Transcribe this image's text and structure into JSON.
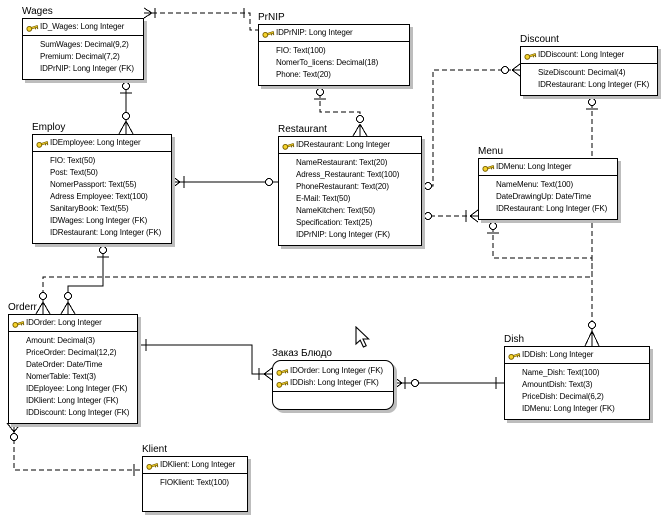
{
  "diagram": {
    "type": "entity-relationship-diagram",
    "notation": "crow's foot / IDEF1X style with dashed non-identifying and solid identifying relationships"
  },
  "colors": {
    "background": "#ffffff",
    "entity_border": "#000000",
    "entity_fill": "#ffffff",
    "shadow": "#bdbdbd",
    "key_icon_fill": "#f6d32d",
    "key_icon_outline": "#7a6200",
    "line": "#000000"
  },
  "icons": {
    "primary_key": "key-icon",
    "pointer": "arrow-cursor-icon"
  },
  "entities": [
    {
      "id": "wages",
      "name": "Wages",
      "pk": [
        "ID_Wages: Long Integer"
      ],
      "fields": [
        "SumWages: Decimal(9,2)",
        "Premium: Decimal(7,2)",
        "IDPrNIP: Long Integer (FK)"
      ]
    },
    {
      "id": "prnip",
      "name": "PrNIP",
      "pk": [
        "IDPrNIP: Long Integer"
      ],
      "fields": [
        "FIO: Text(100)",
        "NomerTo_licens: Decimal(18)",
        "Phone: Text(20)"
      ]
    },
    {
      "id": "discount",
      "name": "Discount",
      "pk": [
        "IDDiscount: Long Integer"
      ],
      "fields": [
        "SizeDiscount: Decimal(4)",
        "IDRestaurant: Long Integer (FK)"
      ]
    },
    {
      "id": "employ",
      "name": "Employ",
      "pk": [
        "IDEmployee: Long Integer"
      ],
      "fields": [
        "FIO: Text(50)",
        "Post: Text(50)",
        "NomerPassport: Text(55)",
        "Adress Employee: Text(100)",
        "SanitaryBook: Text(55)",
        "IDWages: Long Integer (FK)",
        "IDRestaurant: Long Integer (FK)"
      ]
    },
    {
      "id": "restaurant",
      "name": "Restaurant",
      "pk": [
        "IDRestaurant: Long Integer"
      ],
      "fields": [
        "NameRestaurant: Text(20)",
        "Adress_Restaurant: Text(100)",
        "PhoneRestaurant: Text(20)",
        "E-Mail: Text(50)",
        "NameKitchen: Text(50)",
        "Specification: Text(25)",
        "IDPrNIP: Long Integer (FK)"
      ]
    },
    {
      "id": "menu",
      "name": "Menu",
      "pk": [
        "IDMenu: Long Integer"
      ],
      "fields": [
        "NameMenu: Text(100)",
        "DateDrawingUp: Date/Time",
        "IDRestaurant: Long Integer (FK)"
      ]
    },
    {
      "id": "orderr",
      "name": "Orderr",
      "pk": [
        "IDOrder: Long Integer"
      ],
      "fields": [
        "Amount: Decimal(3)",
        "PriceOrder: Decimal(12,2)",
        "DateOrder: Date/Time",
        "NomerTable: Text(3)",
        "IDEployee: Long Integer (FK)",
        "IDKlient: Long Integer (FK)",
        "IDDiscount: Long Integer (FK)"
      ]
    },
    {
      "id": "zakaz-blyudo",
      "name": "Заказ Блюдо",
      "rounded": true,
      "pk": [
        "IDOrder: Long Integer (FK)",
        "IDDish: Long Integer (FK)"
      ],
      "fields": []
    },
    {
      "id": "dish",
      "name": "Dish",
      "pk": [
        "IDDish: Long Integer"
      ],
      "fields": [
        "Name_Dish: Text(100)",
        "AmountDish: Text(3)",
        "PriceDish: Decimal(6,2)",
        "IDMenu: Long Integer (FK)"
      ]
    },
    {
      "id": "klient",
      "name": "Klient",
      "pk": [
        "IDKlient: Long Integer"
      ],
      "fields": [
        "FIOKlient: Text(100)"
      ]
    }
  ],
  "relationships": [
    {
      "from": "PrNIP",
      "to": "Wages",
      "line": "dashed",
      "child": "Wages"
    },
    {
      "from": "Wages",
      "to": "Employ",
      "line": "solid",
      "child": "Employ"
    },
    {
      "from": "PrNIP",
      "to": "Restaurant",
      "line": "dashed",
      "child": "Restaurant"
    },
    {
      "from": "Restaurant",
      "to": "Employ",
      "line": "solid",
      "child": "Employ"
    },
    {
      "from": "Restaurant",
      "to": "Discount",
      "line": "dashed",
      "child": "Discount"
    },
    {
      "from": "Restaurant",
      "to": "Menu",
      "line": "dashed",
      "child": "Menu"
    },
    {
      "from": "Menu",
      "to": "Dish",
      "line": "dashed",
      "child": "Dish"
    },
    {
      "from": "Discount",
      "to": "Orderr",
      "line": "dashed",
      "child": "Orderr"
    },
    {
      "from": "Employ",
      "to": "Orderr",
      "line": "solid",
      "child": "Orderr"
    },
    {
      "from": "Klient",
      "to": "Orderr",
      "line": "dashed",
      "child": "Orderr"
    },
    {
      "from": "Orderr",
      "to": "Заказ Блюдо",
      "line": "solid",
      "child": "Заказ Блюдо"
    },
    {
      "from": "Dish",
      "to": "Заказ Блюдо",
      "line": "solid",
      "child": "Заказ Блюдо"
    }
  ]
}
